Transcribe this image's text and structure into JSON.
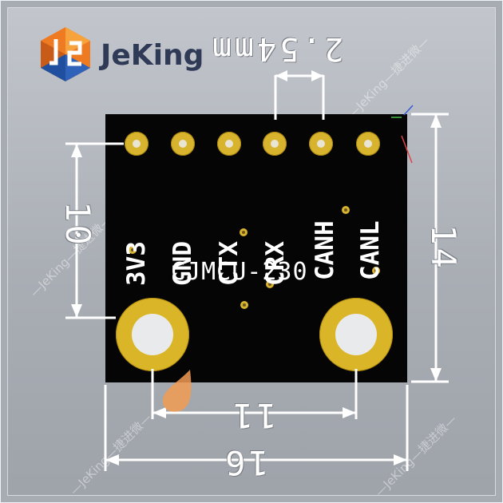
{
  "brand": {
    "name": "JeKing"
  },
  "board": {
    "title": "CJMCU-230",
    "pins": [
      "3V3",
      "GND",
      "CTX",
      "CRX",
      "CANH",
      "CANL"
    ]
  },
  "dimensions": {
    "pitch": "2.54mm",
    "hole_spacing_vertical": "10",
    "board_height": "14",
    "hole_spacing_horizontal": "11",
    "board_width": "16"
  },
  "watermark": {
    "text": "—JeKing—捷进微—"
  },
  "colors": {
    "board": "#050505",
    "pad": "#d8b42e",
    "dimension": "#ffffff",
    "brand_text": "#2f3a57"
  }
}
